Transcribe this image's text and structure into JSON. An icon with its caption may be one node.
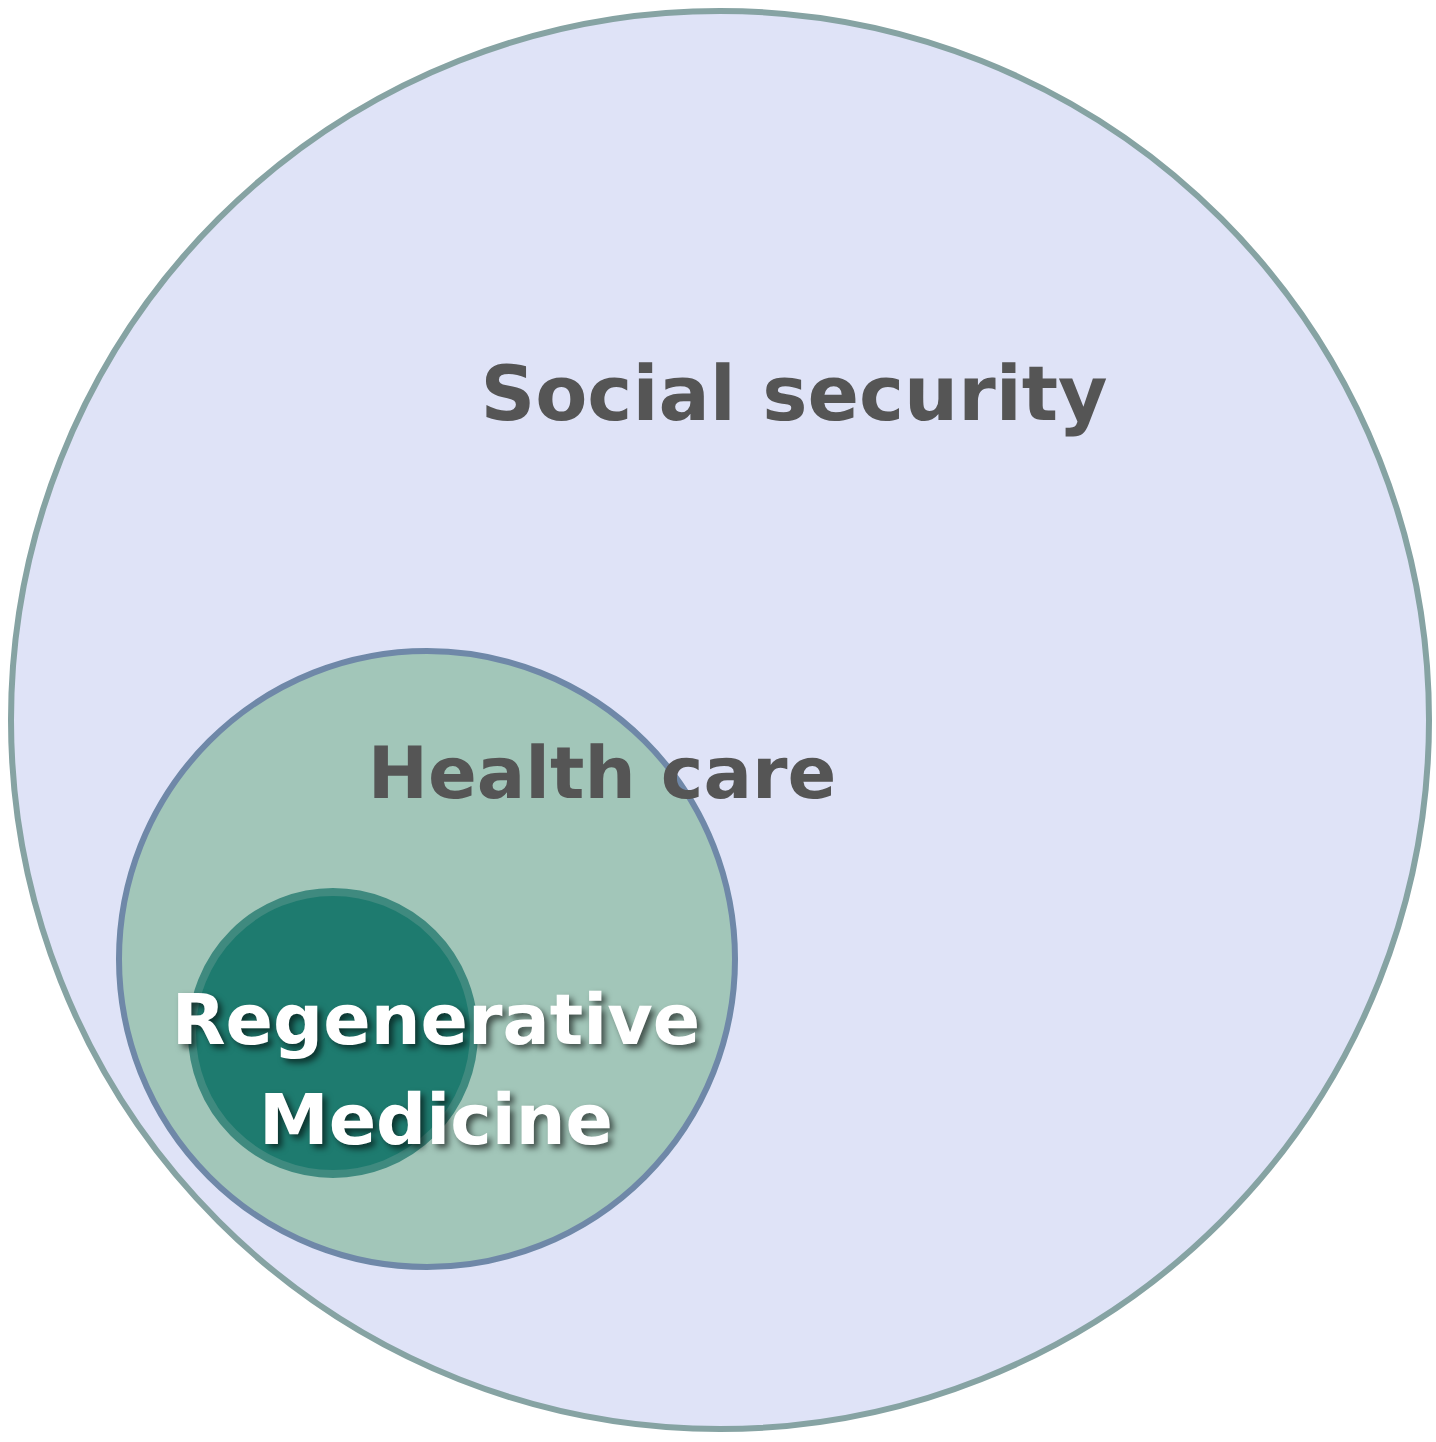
{
  "diagram": {
    "nodes": [
      {
        "text": [
          "Social security"
        ]
      },
      {
        "text": [
          "Health care"
        ],
        "in": 0
      },
      {
        "text": [
          "Regenerative Medicine"
        ],
        "in": 1
      }
    ]
  }
}
